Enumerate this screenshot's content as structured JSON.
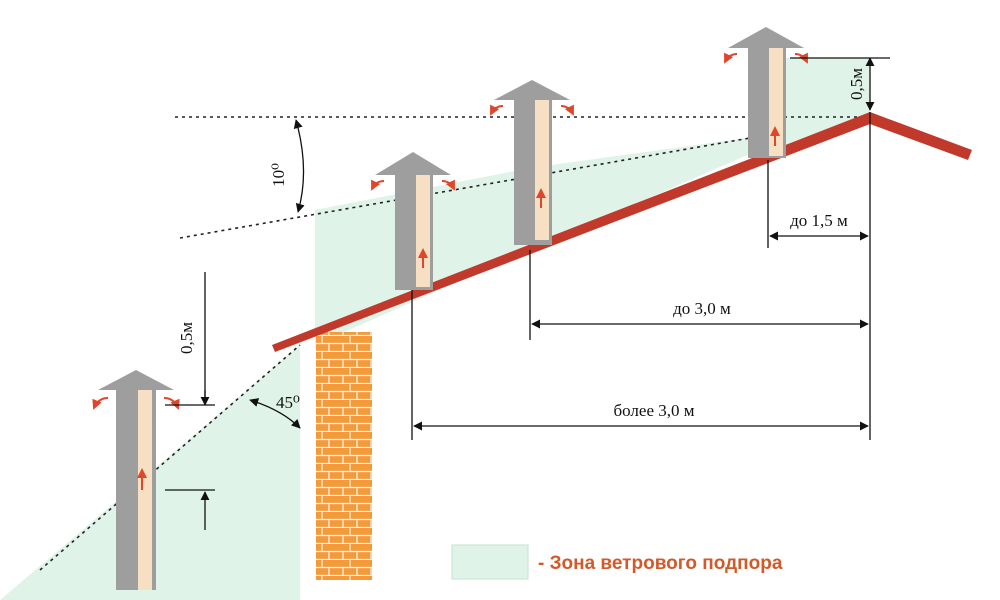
{
  "labels": {
    "angle_10": "10⁰",
    "angle_45": "45⁰",
    "height_left": "0,5м",
    "height_right": "0,5м",
    "dist_15": "до 1,5 м",
    "dist_30": "до 3,0 м",
    "dist_more_30": "более 3,0 м"
  },
  "legend": {
    "text": "- Зона ветрового подпора"
  },
  "colors": {
    "zone": "#dff3e9",
    "roof": "#c0392b",
    "brick": "#ee8a2a",
    "pipe_outer": "#9e9e9e",
    "pipe_inner": "#f6dfc2",
    "legend_text": "#d2592a"
  },
  "icons": {
    "flow_arrow": "arrow-icon",
    "chimney_cap": "cap-icon"
  }
}
